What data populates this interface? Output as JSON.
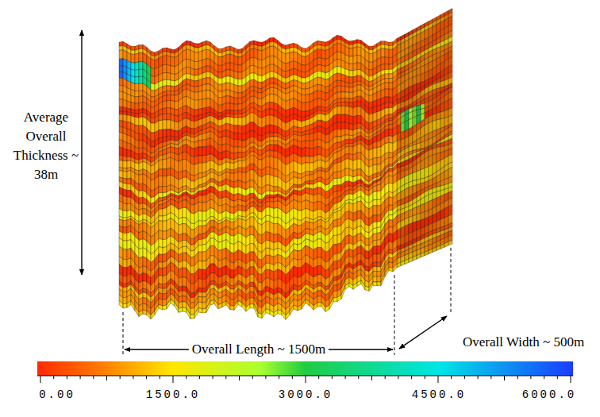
{
  "diagram": {
    "labels": [
      "Average Overall Thickness ~ 38m",
      "Overall Length ~ 1500m",
      "Overall Width ~ 500m",
      "0.00",
      "1500.0",
      "3000.0",
      "4500.0",
      "6000.0"
    ]
  }
}
